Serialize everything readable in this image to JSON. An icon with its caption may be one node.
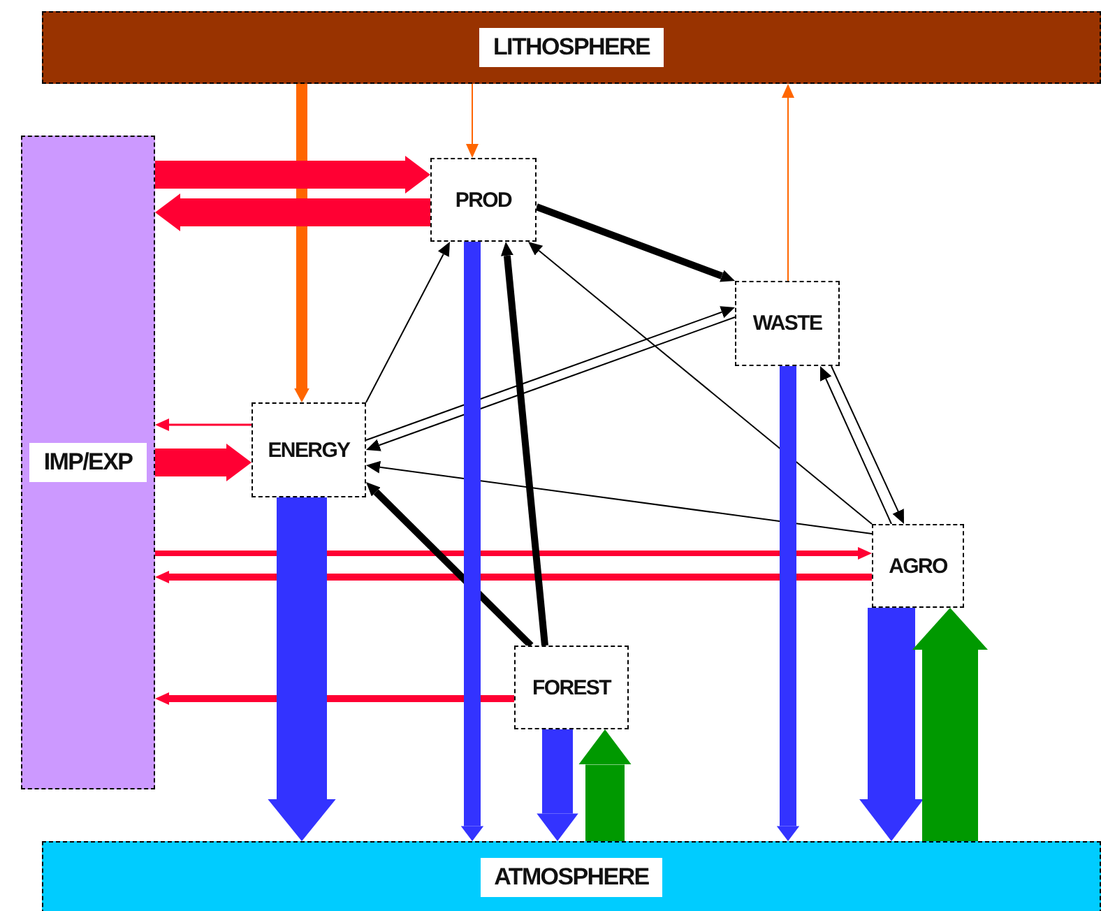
{
  "diagram": {
    "nodes": [
      {
        "text": [
          "LITHOSPHERE"
        ]
      },
      {
        "text": [
          "IMP/EXP"
        ]
      },
      {
        "text": [
          "PROD"
        ]
      },
      {
        "text": [
          "WASTE"
        ]
      },
      {
        "text": [
          "ENERGY"
        ]
      },
      {
        "text": [
          "AGRO"
        ]
      },
      {
        "text": [
          "FOREST"
        ]
      },
      {
        "text": [
          "ATMOSPHERE"
        ]
      }
    ],
    "edges": [
      {
        "from": 0,
        "to": 2,
        "arrow": "to",
        "color": "#ff6600"
      },
      {
        "from": 0,
        "to": 4,
        "arrow": "to",
        "color": "#ff6600"
      },
      {
        "from": 3,
        "to": 0,
        "arrow": "to",
        "color": "#ff6600"
      },
      {
        "from": 1,
        "to": 2,
        "arrow": "to",
        "style": "thick",
        "color": "#ff0033"
      },
      {
        "from": 2,
        "to": 1,
        "arrow": "to",
        "style": "thick",
        "color": "#ff0033"
      },
      {
        "from": 4,
        "to": 1,
        "arrow": "to",
        "color": "#ff0033"
      },
      {
        "from": 1,
        "to": 4,
        "arrow": "to",
        "style": "thick",
        "color": "#ff0033"
      },
      {
        "from": 1,
        "to": 5,
        "arrow": "to",
        "color": "#ff0033"
      },
      {
        "from": 5,
        "to": 1,
        "arrow": "to",
        "color": "#ff0033"
      },
      {
        "from": 6,
        "to": 1,
        "arrow": "to",
        "color": "#ff0033"
      },
      {
        "from": 2,
        "to": 3,
        "arrow": "to"
      },
      {
        "from": 4,
        "to": 2,
        "arrow": "to"
      },
      {
        "from": 4,
        "to": 3,
        "arrow": "to"
      },
      {
        "from": 3,
        "to": 4,
        "arrow": "to"
      },
      {
        "from": 5,
        "to": 2,
        "arrow": "to"
      },
      {
        "from": 5,
        "to": 4,
        "arrow": "to"
      },
      {
        "from": 3,
        "to": 5,
        "arrow": "to"
      },
      {
        "from": 5,
        "to": 3,
        "arrow": "to"
      },
      {
        "from": 6,
        "to": 4,
        "arrow": "to"
      },
      {
        "from": 6,
        "to": 2,
        "arrow": "to"
      },
      {
        "from": 4,
        "to": 7,
        "arrow": "to",
        "style": "thick",
        "color": "#3333ff"
      },
      {
        "from": 2,
        "to": 7,
        "arrow": "to",
        "style": "thick",
        "color": "#3333ff"
      },
      {
        "from": 6,
        "to": 7,
        "arrow": "to",
        "style": "thick",
        "color": "#3333ff"
      },
      {
        "from": 3,
        "to": 7,
        "arrow": "to",
        "style": "thick",
        "color": "#3333ff"
      },
      {
        "from": 5,
        "to": 7,
        "arrow": "to",
        "style": "thick",
        "color": "#3333ff"
      },
      {
        "from": 7,
        "to": 6,
        "arrow": "to",
        "style": "thick",
        "color": "#009900"
      },
      {
        "from": 7,
        "to": 5,
        "arrow": "to",
        "style": "thick",
        "color": "#009900"
      }
    ]
  }
}
